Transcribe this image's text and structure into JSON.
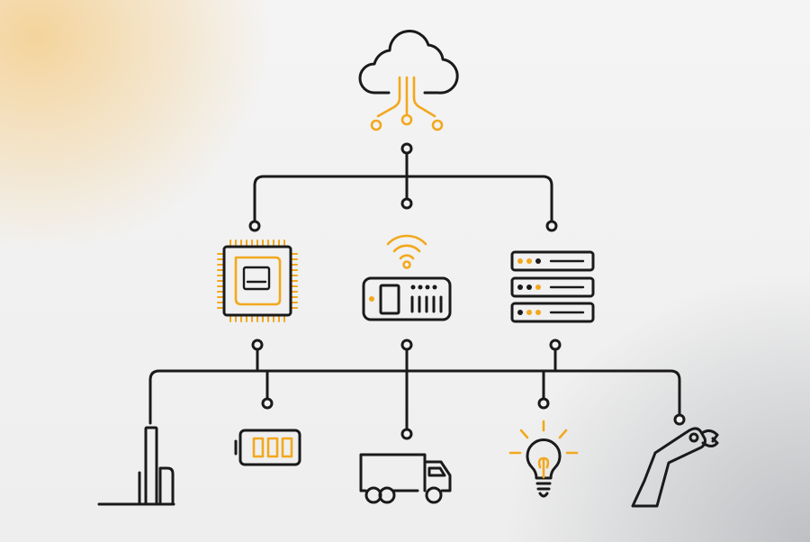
{
  "diagram": {
    "kind": "iot-network-hierarchy",
    "colors": {
      "line": "#1a1a1a",
      "accent": "#f2a81d",
      "background": "#efefef"
    },
    "nodes": [
      {
        "id": "cloud",
        "icon": "cloud-icon",
        "level": 0
      },
      {
        "id": "processor",
        "icon": "microchip-icon",
        "level": 1
      },
      {
        "id": "gateway",
        "icon": "wireless-gateway-icon",
        "level": 1
      },
      {
        "id": "servers",
        "icon": "server-rack-icon",
        "level": 1
      },
      {
        "id": "forklift",
        "icon": "forklift-icon",
        "level": 2
      },
      {
        "id": "battery",
        "icon": "battery-icon",
        "level": 2
      },
      {
        "id": "truck",
        "icon": "truck-icon",
        "level": 2
      },
      {
        "id": "lightbulb",
        "icon": "lightbulb-icon",
        "level": 2
      },
      {
        "id": "robot-arm",
        "icon": "robotic-arm-icon",
        "level": 2
      }
    ],
    "edges": [
      {
        "from": "cloud",
        "to": "processor"
      },
      {
        "from": "cloud",
        "to": "gateway"
      },
      {
        "from": "cloud",
        "to": "servers"
      },
      {
        "from": "processor",
        "to": "forklift"
      },
      {
        "from": "processor",
        "to": "battery"
      },
      {
        "from": "gateway",
        "to": "truck"
      },
      {
        "from": "servers",
        "to": "lightbulb"
      },
      {
        "from": "servers",
        "to": "robot-arm"
      }
    ]
  }
}
